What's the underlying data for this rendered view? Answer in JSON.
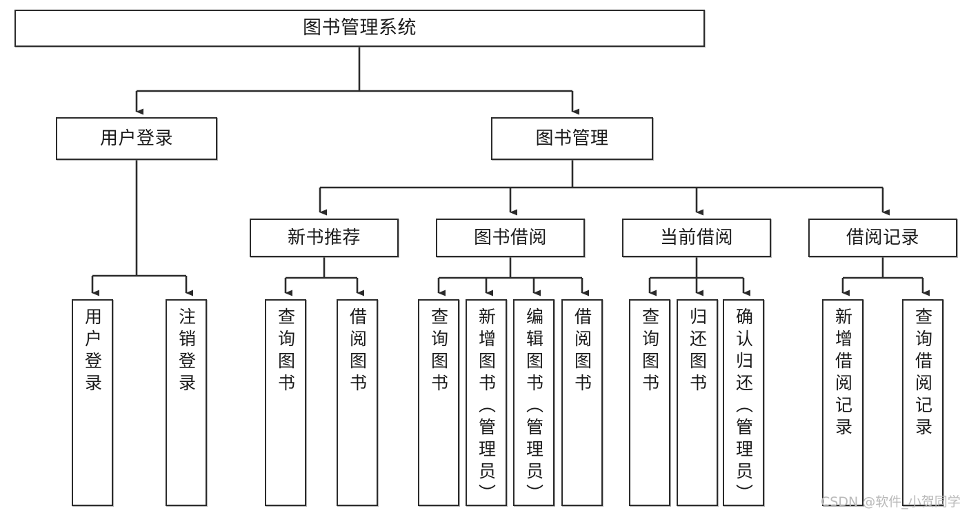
{
  "diagram": {
    "title": "图书管理系统",
    "type": "tree-hierarchy",
    "orientation": "top-down",
    "colors": {
      "box_border": "#2b2b2b",
      "box_fill": "#ffffff",
      "edge": "#2b2b2b",
      "text": "#1a1a1a",
      "watermark": "#b9b9b9",
      "background": "#ffffff"
    }
  },
  "nodes": {
    "root": {
      "label": "图书管理系统"
    },
    "level2": [
      {
        "id": "user-login",
        "label": "用户登录"
      },
      {
        "id": "book-management",
        "label": "图书管理"
      }
    ],
    "level3": [
      {
        "id": "new-book-recommend",
        "label": "新书推荐"
      },
      {
        "id": "book-borrow",
        "label": "图书借阅"
      },
      {
        "id": "current-borrow",
        "label": "当前借阅"
      },
      {
        "id": "borrow-record",
        "label": "借阅记录"
      }
    ],
    "leaves": {
      "user_login": [
        {
          "id": "leaf-user-login",
          "label": "用户登录"
        },
        {
          "id": "leaf-logout-login",
          "label": "注销登录"
        }
      ],
      "new_book_recommend": [
        {
          "id": "leaf-query-book-1",
          "label": "查询图书"
        },
        {
          "id": "leaf-borrow-book-1",
          "label": "借阅图书"
        }
      ],
      "book_borrow": [
        {
          "id": "leaf-query-book-2",
          "label": "查询图书"
        },
        {
          "id": "leaf-add-book",
          "label": "新增图书（管理员）"
        },
        {
          "id": "leaf-edit-book",
          "label": "编辑图书（管理员）"
        },
        {
          "id": "leaf-borrow-book-2",
          "label": "借阅图书"
        }
      ],
      "current_borrow": [
        {
          "id": "leaf-query-book-3",
          "label": "查询图书"
        },
        {
          "id": "leaf-return-book",
          "label": "归还图书"
        },
        {
          "id": "leaf-confirm-return",
          "label": "确认归还（管理员）"
        }
      ],
      "borrow_record": [
        {
          "id": "leaf-add-record",
          "label": "新增借阅记录"
        },
        {
          "id": "leaf-query-record",
          "label": "查询借阅记录"
        }
      ]
    }
  },
  "watermark": {
    "text": "CSDN @软件_小贺同学"
  }
}
